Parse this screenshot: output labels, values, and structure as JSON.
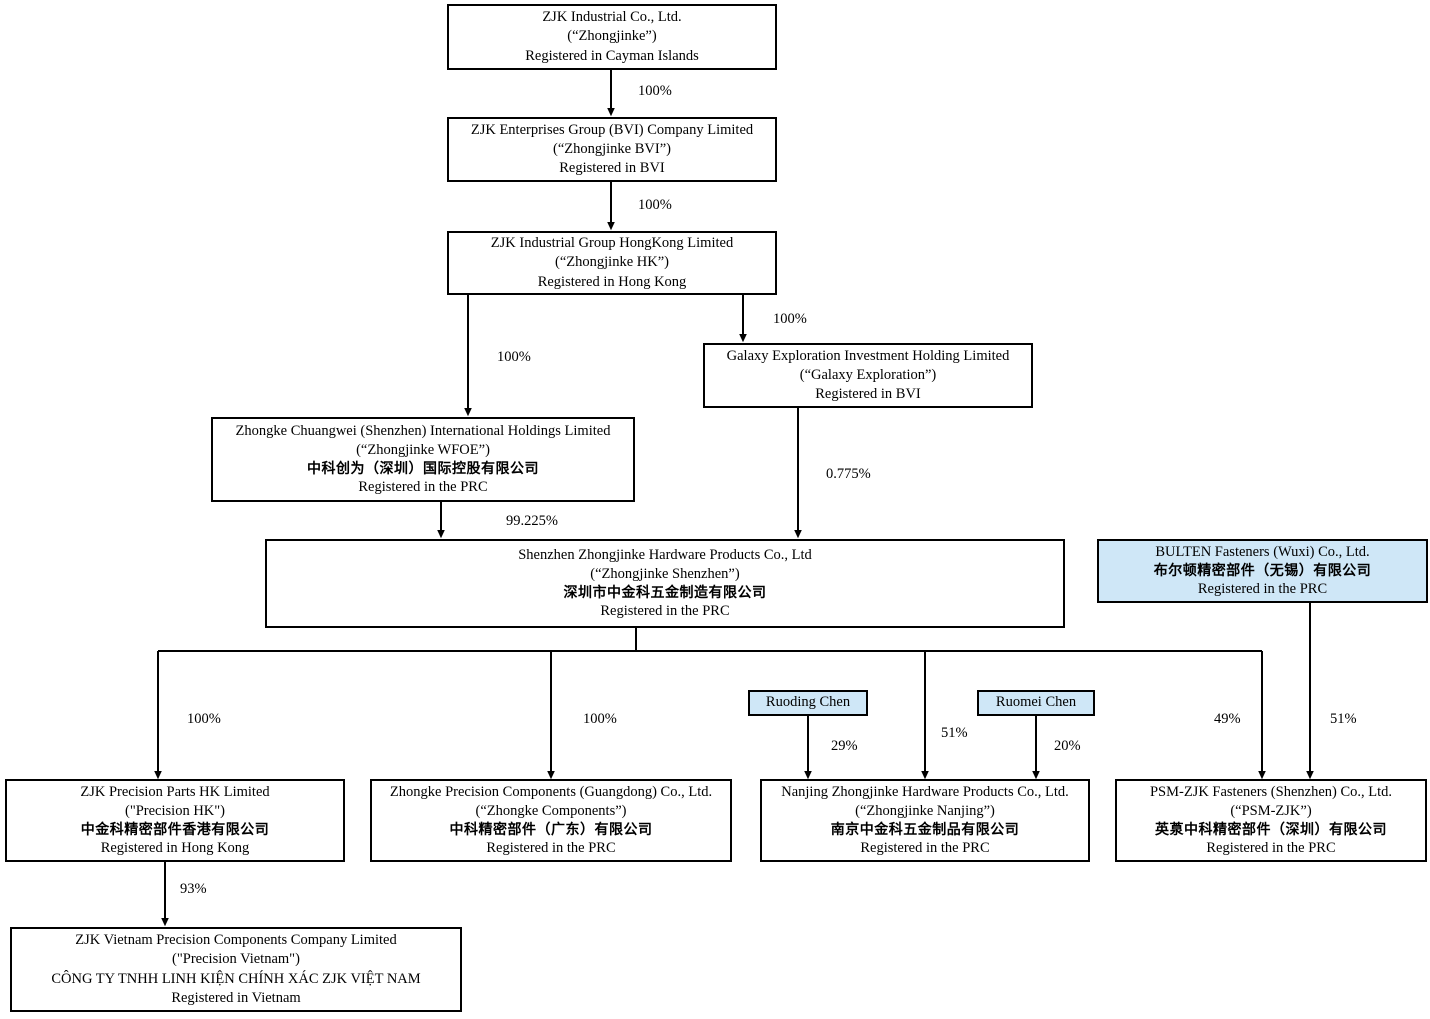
{
  "diagram": {
    "title": "Corporate Organizational Structure Chart",
    "colors": {
      "node_fill": "#ffffff",
      "highlight_fill": "#cfe7f7",
      "border": "#000000",
      "line": "#000000"
    },
    "nodes": {
      "zjk_cayman": {
        "name_en": "ZJK Industrial Co., Ltd.",
        "short": "(“Zhongjinke”)",
        "registered": "Registered in Cayman Islands"
      },
      "zjk_bvi": {
        "name_en": "ZJK Enterprises Group (BVI) Company Limited",
        "short": "(“Zhongjinke BVI”)",
        "registered": "Registered in BVI"
      },
      "zjk_hk": {
        "name_en": "ZJK Industrial Group HongKong Limited",
        "short": "(“Zhongjinke HK”)",
        "registered": "Registered in Hong Kong"
      },
      "galaxy": {
        "name_en": "Galaxy Exploration Investment Holding Limited",
        "short": "(“Galaxy Exploration”)",
        "registered": "Registered in BVI"
      },
      "wfoe": {
        "name_en": "Zhongke Chuangwei (Shenzhen) International Holdings Limited",
        "short": "(“Zhongjinke WFOE”)",
        "name_cn": "中科创为（深圳）国际控股有限公司",
        "registered": "Registered in the PRC"
      },
      "shenzhen": {
        "name_en": "Shenzhen Zhongjinke Hardware Products Co., Ltd",
        "short": "(“Zhongjinke Shenzhen”)",
        "name_cn": "深圳市中金科五金制造有限公司",
        "registered": "Registered in the PRC"
      },
      "bulten": {
        "name_en": "BULTEN Fasteners (Wuxi) Co., Ltd.",
        "name_cn": "布尔顿精密部件（无锡）有限公司",
        "registered": "Registered in the PRC"
      },
      "precision_hk": {
        "name_en": "ZJK Precision Parts HK Limited",
        "short": "(\"Precision HK\")",
        "name_cn": "中金科精密部件香港有限公司",
        "registered": "Registered in Hong Kong"
      },
      "zhongke_components": {
        "name_en": "Zhongke Precision Components (Guangdong) Co., Ltd.",
        "short": "(“Zhongke Components”)",
        "name_cn": "中科精密部件（广东）有限公司",
        "registered": "Registered in the PRC"
      },
      "nanjing": {
        "name_en": "Nanjing Zhongjinke Hardware Products Co., Ltd.",
        "short": "(“Zhongjinke Nanjing”)",
        "name_cn": "南京中金科五金制品有限公司",
        "registered": "Registered in the PRC"
      },
      "psm_zjk": {
        "name_en": "PSM-ZJK Fasteners (Shenzhen) Co., Ltd.",
        "short": "(“PSM-ZJK”)",
        "name_cn": "英葲中科精密部件（深圳）有限公司",
        "registered": "Registered in the PRC"
      },
      "vietnam": {
        "name_en": "ZJK Vietnam Precision Components Company Limited",
        "short": "(\"Precision Vietnam\")",
        "name_vn": "CÔNG TY TNHH LINH KIỆN CHÍNH XÁC ZJK VIỆT NAM",
        "registered": "Registered in Vietnam"
      },
      "ruoding_chen": {
        "name_en": "Ruoding Chen"
      },
      "ruomei_chen": {
        "name_en": "Ruomei Chen"
      }
    },
    "edges": [
      {
        "id": "cayman-to-bvi",
        "from": "zjk_cayman",
        "to": "zjk_bvi",
        "label": "100%"
      },
      {
        "id": "bvi-to-hk",
        "from": "zjk_bvi",
        "to": "zjk_hk",
        "label": "100%"
      },
      {
        "id": "hk-to-galaxy",
        "from": "zjk_hk",
        "to": "galaxy",
        "label": "100%"
      },
      {
        "id": "hk-to-wfoe",
        "from": "zjk_hk",
        "to": "wfoe",
        "label": "100%"
      },
      {
        "id": "galaxy-to-shenzhen",
        "from": "galaxy",
        "to": "shenzhen",
        "label": "0.775%"
      },
      {
        "id": "wfoe-to-shenzhen",
        "from": "wfoe",
        "to": "shenzhen",
        "label": "99.225%"
      },
      {
        "id": "shenzhen-to-precisionhk",
        "from": "shenzhen",
        "to": "precision_hk",
        "label": "100%"
      },
      {
        "id": "shenzhen-to-zhongke",
        "from": "shenzhen",
        "to": "zhongke_components",
        "label": "100%"
      },
      {
        "id": "shenzhen-to-nanjing",
        "from": "shenzhen",
        "to": "nanjing",
        "label": "51%"
      },
      {
        "id": "ruoding-to-nanjing",
        "from": "ruoding_chen",
        "to": "nanjing",
        "label": "29%"
      },
      {
        "id": "ruomei-to-nanjing",
        "from": "ruomei_chen",
        "to": "nanjing",
        "label": "20%"
      },
      {
        "id": "shenzhen-to-psmzjk",
        "from": "shenzhen",
        "to": "psm_zjk",
        "label": "49%"
      },
      {
        "id": "bulten-to-psmzjk",
        "from": "bulten",
        "to": "psm_zjk",
        "label": "51%"
      },
      {
        "id": "precisionhk-to-vietnam",
        "from": "precision_hk",
        "to": "vietnam",
        "label": "93%"
      }
    ]
  }
}
